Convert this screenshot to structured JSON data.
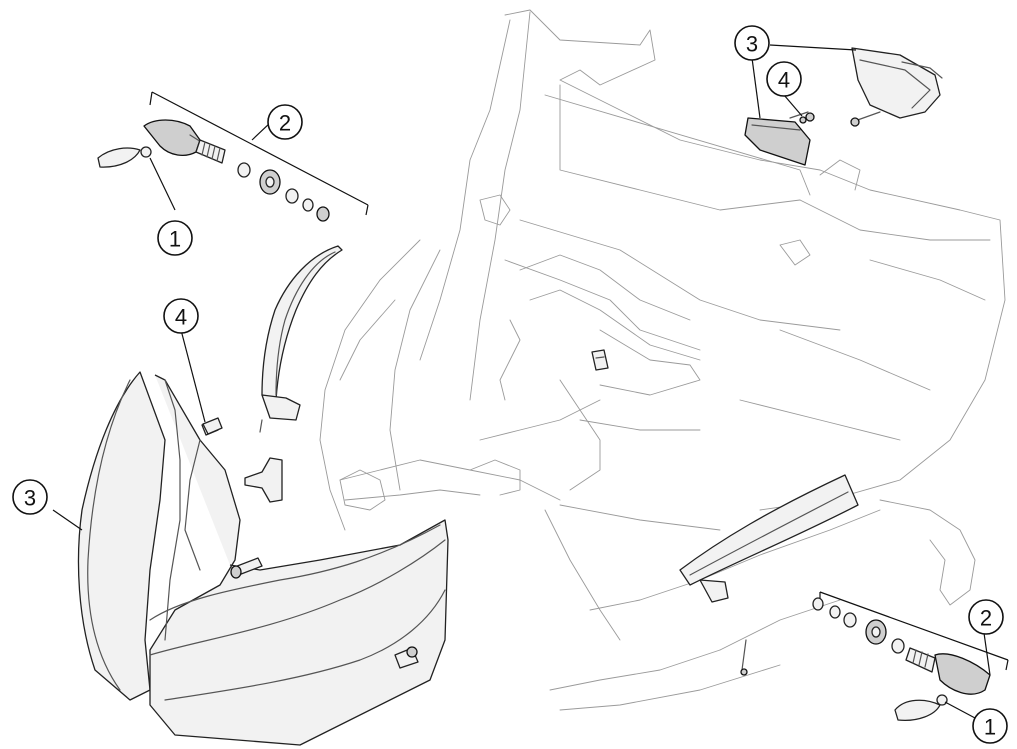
{
  "callouts": [
    {
      "id": "c1a",
      "label": "1"
    },
    {
      "id": "c1b",
      "label": "1"
    },
    {
      "id": "c2a",
      "label": "2"
    },
    {
      "id": "c2b",
      "label": "2"
    },
    {
      "id": "c3a",
      "label": "3"
    },
    {
      "id": "c3b",
      "label": "3"
    },
    {
      "id": "c4a",
      "label": "4"
    },
    {
      "id": "c4b",
      "label": "4"
    }
  ],
  "colors": {
    "line": "#111111",
    "ghost": "#9a9a9a",
    "background": "#ffffff"
  }
}
